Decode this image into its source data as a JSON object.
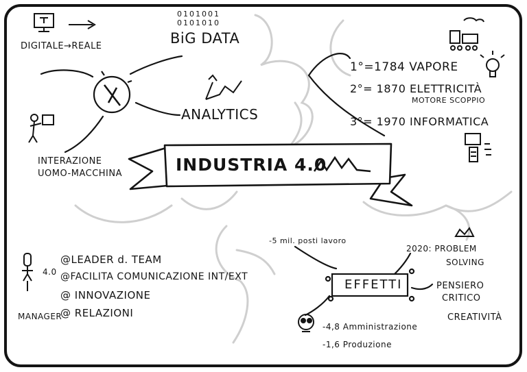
{
  "title": "INDUSTRIA 4.0",
  "digitale": "DIGITALE→REALE",
  "bigdata_bits_1": "0101001",
  "bigdata_bits_2": "0101010",
  "bigdata": "BiG DATA",
  "analytics": "ANALYTICS",
  "interazione_1": "INTERAZIONE",
  "interazione_2": "UOMO-MACCHINA",
  "rev_1": "1°=1784 VAPORE",
  "rev_2": "2°= 1870 ELETTRICITÀ",
  "rev_2b": "MOTORE SCOPPIO",
  "rev_3": "3°= 1970 INFORMATICA",
  "manager_4": "4.0",
  "manager_label": "MANAGER",
  "manager_1": "@LEADER d. TEAM",
  "manager_2": "@FACILITA COMUNICAZIONE INT/EXT",
  "manager_3": "@ INNOVAZIONE",
  "manager_4b": "@ RELAZIONI",
  "posti": "-5 mil. posti lavoro",
  "effetti": "EFFETTI",
  "skills_1": "2020: PROBLEM",
  "skills_1b": "SOLVING",
  "skills_2": "PENSIERO",
  "skills_2b": "CRITICO",
  "skills_3": "CREATIVITÀ",
  "eff_1": "-4,8 Amministrazione",
  "eff_2": "-1,6 Produzione",
  "icons": [
    "monitor-icon",
    "arrow-icon",
    "compass-icon",
    "growth-chart-icon",
    "person-with-screen-icon",
    "steam-train-icon",
    "light-bulb-icon",
    "computer-icon",
    "manager-person-icon",
    "skull-icon",
    "crown-icon"
  ],
  "colors": {
    "ink": "#141414",
    "cloud": "#d6d6d6",
    "paper": "#ffffff"
  }
}
